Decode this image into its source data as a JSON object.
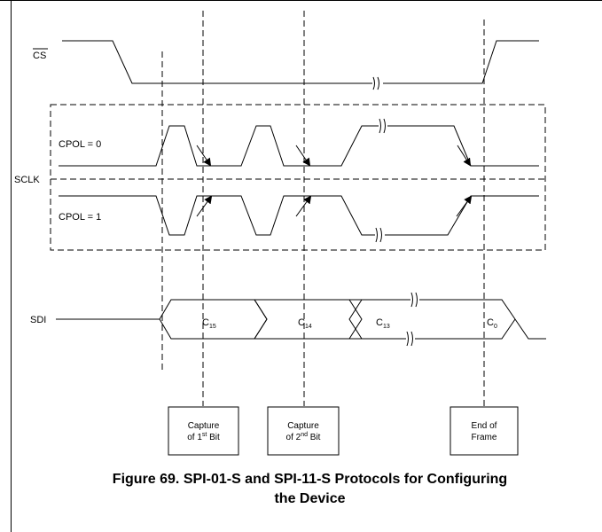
{
  "signals": {
    "cs": "CS",
    "cpol0": "CPOL = 0",
    "sclk": "SCLK",
    "cpol1": "CPOL = 1",
    "sdi": "SDI"
  },
  "data_bits": [
    {
      "letter": "C",
      "index": "15"
    },
    {
      "letter": "C",
      "index": "14"
    },
    {
      "letter": "C",
      "index": "13"
    },
    {
      "letter": "C",
      "index": "0"
    }
  ],
  "boxes": [
    {
      "line1": "Capture",
      "line2_pre": "of 1",
      "line2_sup": "st",
      "line2_post": " Bit"
    },
    {
      "line1": "Capture",
      "line2_pre": "of 2",
      "line2_sup": "nd",
      "line2_post": " Bit"
    },
    {
      "line1": "End of",
      "line2_pre": "Frame",
      "line2_sup": "",
      "line2_post": ""
    }
  ],
  "caption": {
    "line1": "Figure 69. SPI-01-S and SPI-11-S Protocols for Configuring",
    "line2": "the Device"
  }
}
